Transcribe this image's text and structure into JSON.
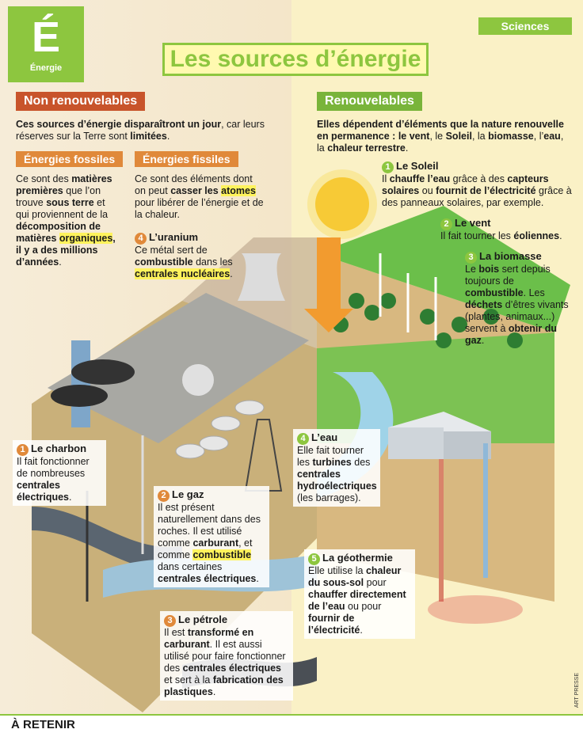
{
  "tag": {
    "letter": "É",
    "label": "Énergie"
  },
  "category": "Sciences",
  "title": "Les sources d’énergie",
  "non_renew": {
    "header": "Non renouvelables",
    "intro_bold": "Ces sources d’énergie disparaîtront un jour",
    "intro_rest": ", car leurs réserves sur la Terre sont ",
    "intro_end": "limitées",
    "fossiles": {
      "header": "Énergies fossiles",
      "t1": "Ce sont des ",
      "b1": "matières premières",
      "t2": " que l’on trouve ",
      "b2": "sous terre",
      "t3": " et qui proviennent de la ",
      "b3": "décomposition de matières",
      "hl1": "organiques",
      "b4": ", il y a des millions d’années",
      "t4": "."
    },
    "fissiles": {
      "header": "Énergies fissiles",
      "t1": "Ce sont des éléments dont on peut ",
      "b1": "casser les",
      "hl1": "atomes",
      "t2": " pour libérer de l’énergie et de la chaleur."
    }
  },
  "renew": {
    "header": "Renouvelables",
    "intro_bold": "Elles dépendent d’éléments que la nature renouvelle en permanence : ",
    "intro_rest": "le vent",
    "intro_c1": ", le ",
    "intro_b2": "Soleil",
    "intro_c2": ", la ",
    "intro_b3": "biomasse",
    "intro_c3": ", l’",
    "intro_b4": "eau",
    "intro_c4": ", la ",
    "intro_b5": "chaleur terrestre",
    "intro_end": "."
  },
  "items": {
    "soleil": {
      "num": "1",
      "title": "Le Soleil",
      "t1": "Il ",
      "b1": "chauffe l’eau",
      "t2": " grâce à des ",
      "b2": "capteurs solaires",
      "t3": " ou ",
      "b3": "fournit de l’électricité",
      "t4": " grâce à des panneaux solaires, par exemple."
    },
    "vent": {
      "num": "2",
      "title": "Le vent",
      "t1": "Il fait tourner les ",
      "b1": "éoliennes",
      "t2": "."
    },
    "biomasse": {
      "num": "3",
      "title": "La biomasse",
      "t1": "Le ",
      "b1": "bois",
      "t2": " sert depuis toujours de ",
      "b2": "combustible",
      "t3": ". Les ",
      "b3": "déchets",
      "t4": " d’êtres vivants (plantes, animaux...) servent à ",
      "b4": "obtenir du gaz",
      "t5": "."
    },
    "uranium": {
      "num": "4",
      "title": "L’uranium",
      "t1": "Ce métal sert de ",
      "b1": "combustible",
      "t2": " dans les ",
      "hl1": "centrales nucléaires",
      "t3": "."
    },
    "charbon": {
      "num": "1",
      "title": "Le charbon",
      "t1": "Il fait fonctionner de nombreuses ",
      "b1": "centrales électriques",
      "t2": "."
    },
    "gaz": {
      "num": "2",
      "title": "Le gaz",
      "t1": "Il est présent naturellement dans des roches. Il est utilisé comme ",
      "b1": "carburant",
      "t2": ", et comme ",
      "hl1": "combustible",
      "t3": " dans certaines ",
      "b2": "centrales électriques",
      "t4": "."
    },
    "petrole": {
      "num": "3",
      "title": "Le pétrole",
      "t1": "Il est ",
      "b1": "transformé en carburant",
      "t2": ". Il est aussi utilisé pour faire fonctionner des ",
      "b2": "centrales électriques",
      "t3": " et sert à la ",
      "b3": "fabrication des plastiques",
      "t4": "."
    },
    "eau": {
      "num": "4",
      "title": "L’eau",
      "t1": "Elle fait tourner les ",
      "b1": "turbines",
      "t2": " des ",
      "b2": "centrales hydroélectriques",
      "t3": " (les barrages)."
    },
    "geothermie": {
      "num": "5",
      "title": "La géothermie",
      "t1": "Elle utilise la ",
      "b1": "chaleur du sous-sol",
      "t2": " pour ",
      "b2": "chauffer directement de l’eau",
      "t3": " ou pour ",
      "b3": "fournir de l’électricité",
      "t4": "."
    }
  },
  "footer": {
    "retenir": "À RETENIR",
    "credit": "ART PRESSE"
  },
  "colors": {
    "green": "#8dc63f",
    "red_header": "#c8542b",
    "orange_header": "#e0893a",
    "highlight": "#fff35c"
  }
}
